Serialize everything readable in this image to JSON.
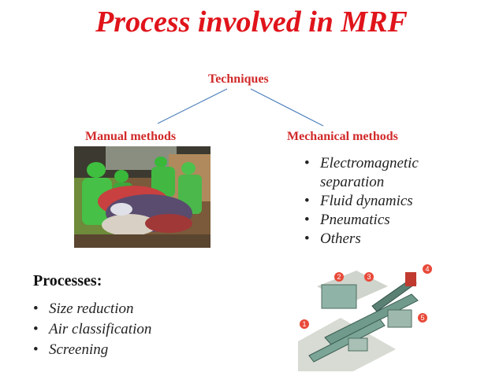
{
  "title": "Process involved in MRF",
  "tree": {
    "root": "Techniques",
    "left": "Manual methods",
    "right": "Mechanical methods"
  },
  "mechanical_methods": [
    "Electromagnetic separation",
    "Fluid dynamics",
    "Pneumatics",
    "Others"
  ],
  "processes": {
    "heading": "Processes:",
    "items": [
      "Size reduction",
      "Air classification",
      "Screening"
    ]
  },
  "diagram_numbers": [
    "1",
    "2",
    "3",
    "4",
    "5"
  ],
  "colors": {
    "title": "#e0141b",
    "label": "#d12a2a",
    "connector": "#4f81bd"
  },
  "icons": {
    "photo": "workers-sorting-waste-photo",
    "diagram": "mrf-conveyor-diagram"
  }
}
